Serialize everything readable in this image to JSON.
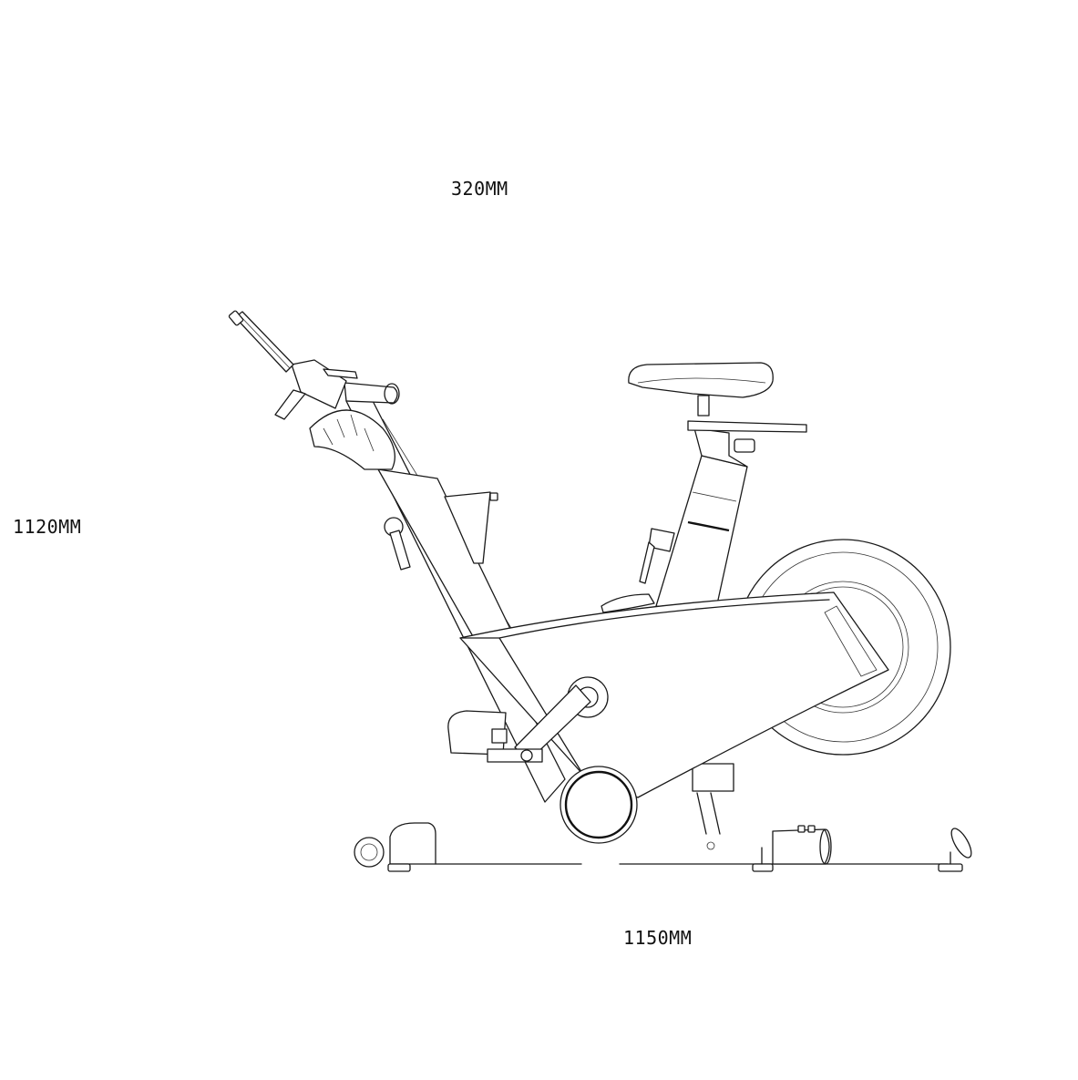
{
  "dimensions": {
    "width_label": "320MM",
    "height_label": "1120MM",
    "length_label": "1150MM"
  },
  "colors": {
    "background": "#ffffff",
    "line": "#1a1a1a"
  }
}
